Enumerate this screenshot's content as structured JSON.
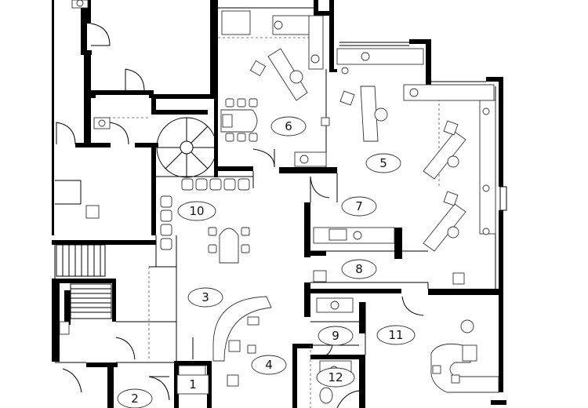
{
  "rooms": [
    {
      "id": "r1",
      "label": "1"
    },
    {
      "id": "r2",
      "label": "2"
    },
    {
      "id": "r3",
      "label": "3"
    },
    {
      "id": "r4",
      "label": "4"
    },
    {
      "id": "r5",
      "label": "5"
    },
    {
      "id": "r6",
      "label": "6"
    },
    {
      "id": "r7",
      "label": "7"
    },
    {
      "id": "r8",
      "label": "8"
    },
    {
      "id": "r9",
      "label": "9"
    },
    {
      "id": "r10",
      "label": "10"
    },
    {
      "id": "r11",
      "label": "11"
    },
    {
      "id": "r12",
      "label": "12"
    }
  ],
  "colors": {
    "wall": "#000000",
    "line": "#333333",
    "background": "#ffffff"
  }
}
